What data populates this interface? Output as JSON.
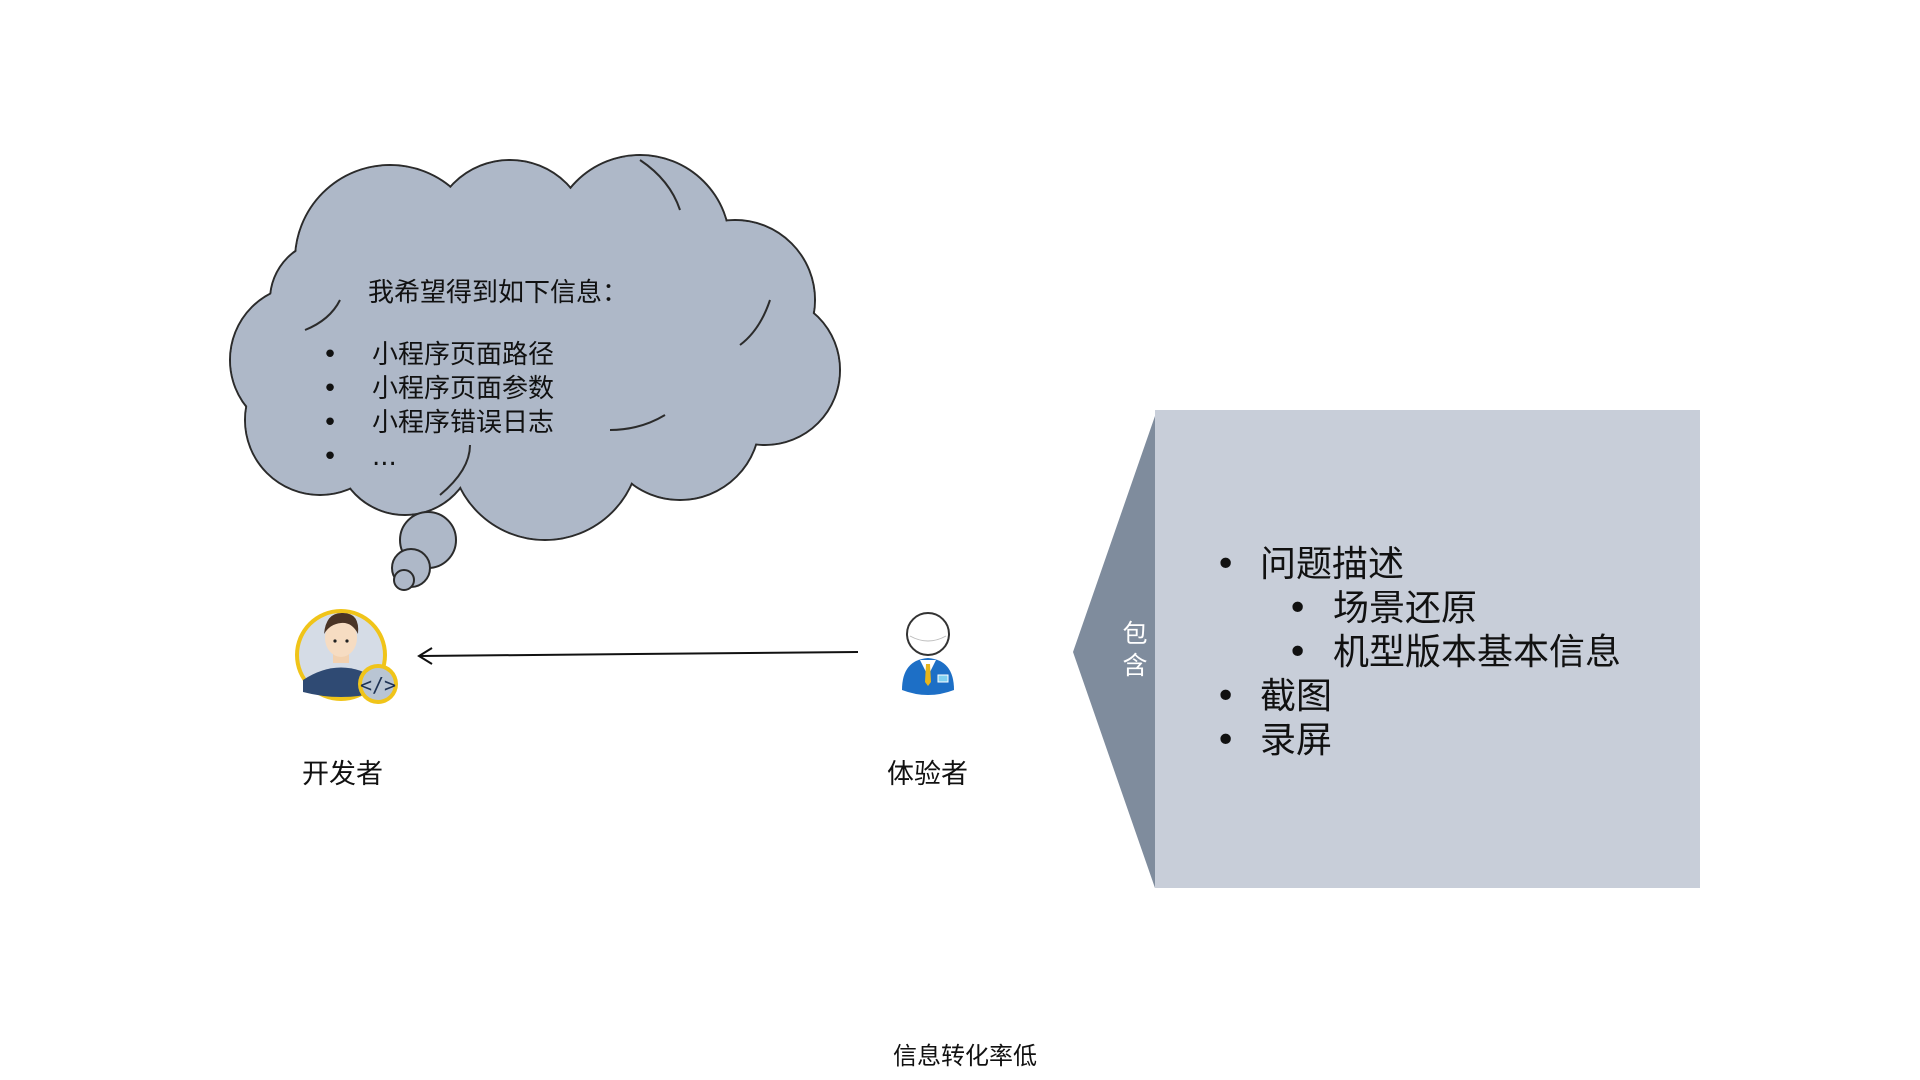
{
  "thought_bubble": {
    "title": "我希望得到如下信息：",
    "items": [
      "小程序页面路径",
      "小程序页面参数",
      "小程序错误日志",
      "..."
    ]
  },
  "actors": {
    "developer": {
      "label": "开发者"
    },
    "tester": {
      "label": "体验者"
    }
  },
  "info_panel": {
    "tab_label": "包含",
    "items": [
      {
        "text": "问题描述",
        "level": 1
      },
      {
        "text": "场景还原",
        "level": 2
      },
      {
        "text": "机型版本基本信息",
        "level": 2
      },
      {
        "text": "截图",
        "level": 1
      },
      {
        "text": "录屏",
        "level": 1
      }
    ]
  },
  "caption": "信息转化率低",
  "colors": {
    "cloud_fill": "#aeb8c8",
    "panel_fill": "#c8ced9",
    "tab_fill": "#7f8c9d",
    "developer_ring": "#f0c419",
    "tester_blue": "#1d6fc6"
  }
}
